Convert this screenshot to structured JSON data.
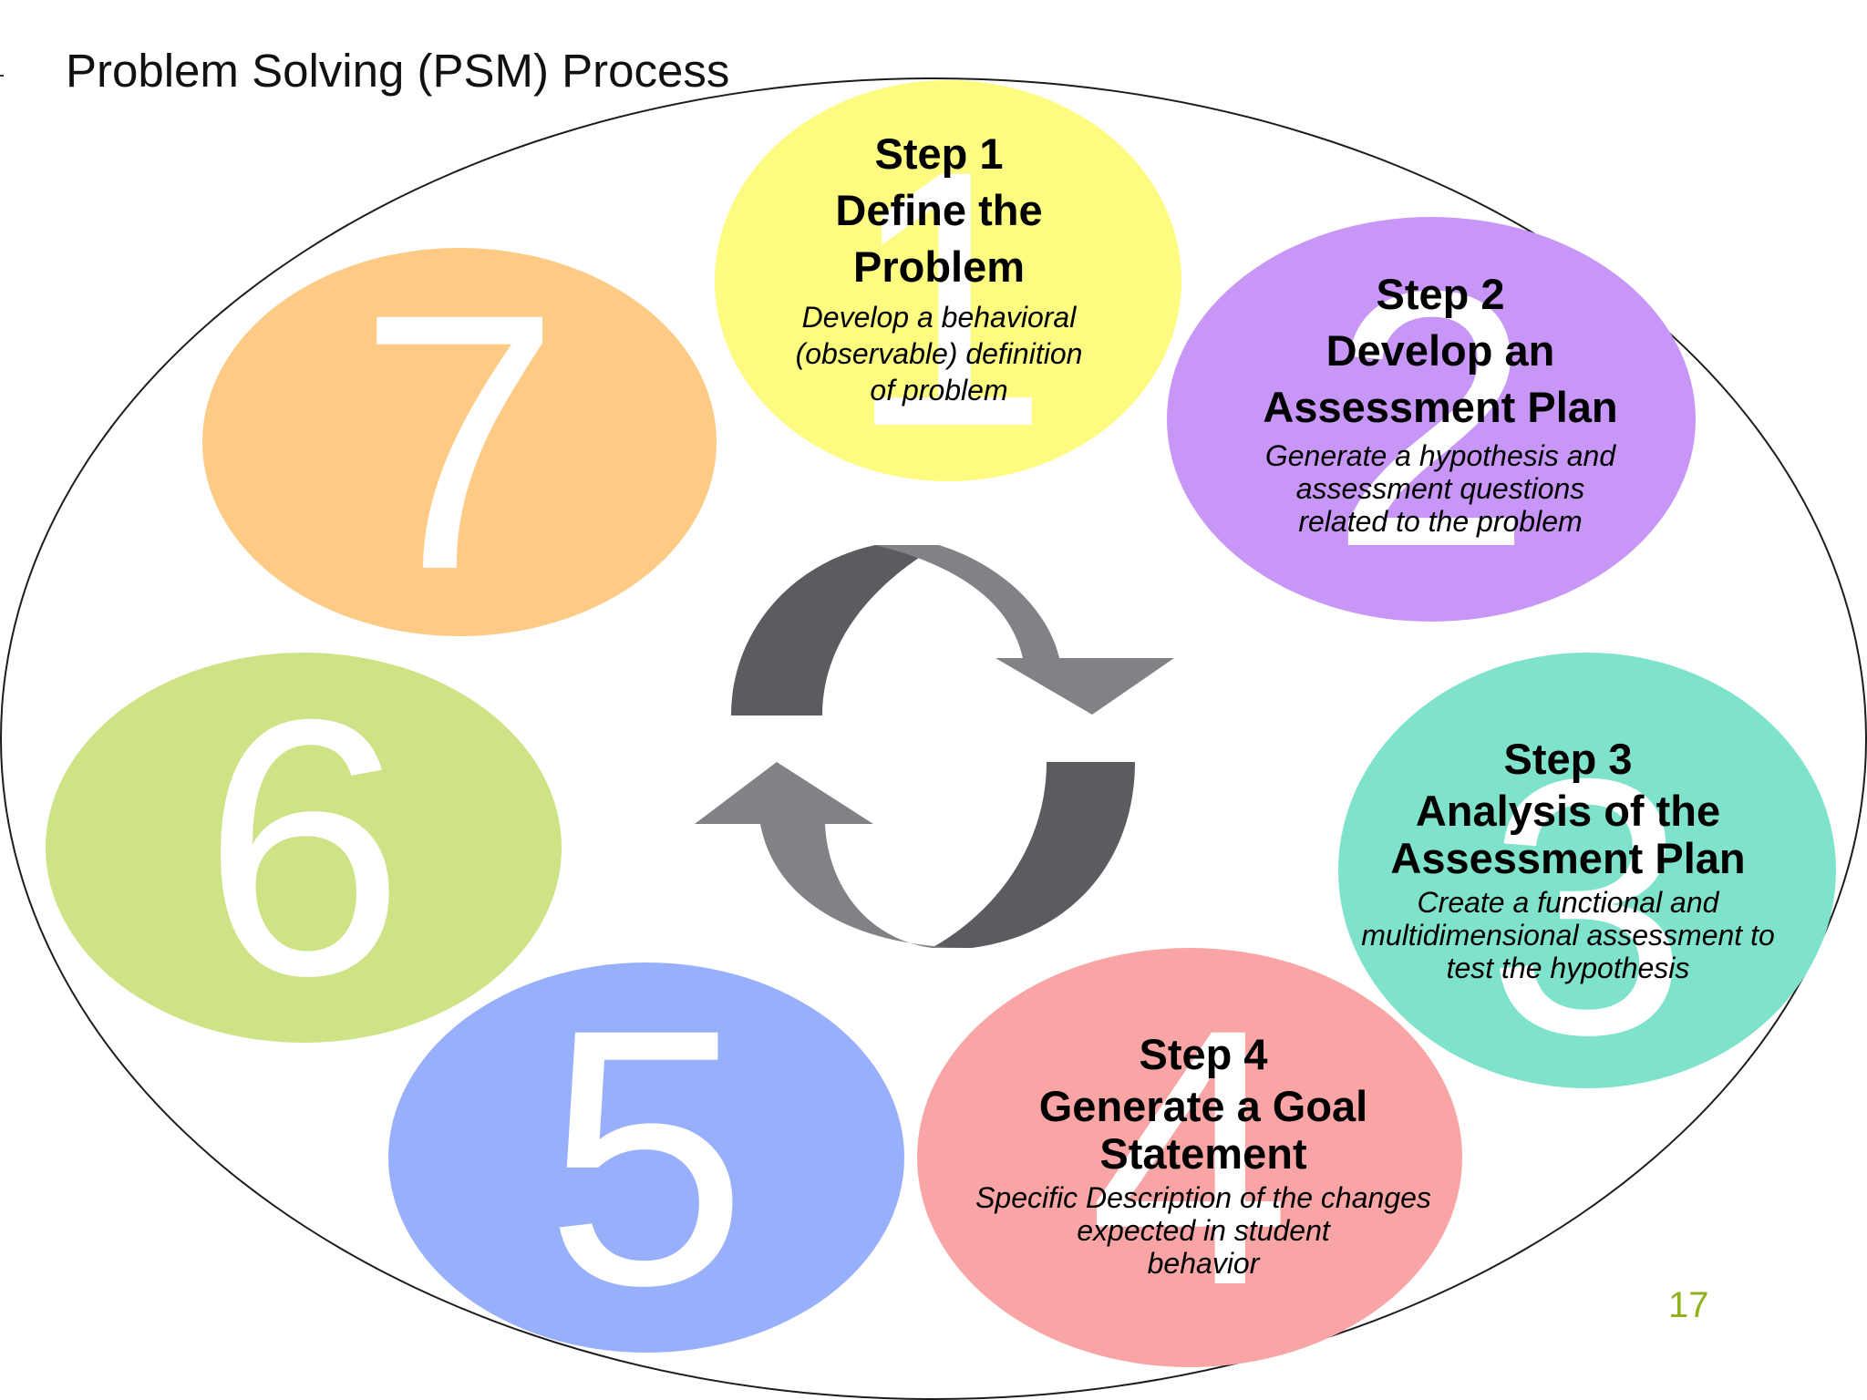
{
  "slide": {
    "title": "Problem Solving (PSM) Process",
    "page_number": "17"
  },
  "steps": [
    {
      "numeral": "1",
      "color": "#fdfb80",
      "heading": "Step 1",
      "title_lines": [
        "Define the",
        "Problem"
      ],
      "desc_lines": [
        "Develop a behavioral",
        "(observable) definition",
        "of problem"
      ]
    },
    {
      "numeral": "2",
      "color": "#c896f7",
      "heading": "Step 2",
      "title_lines": [
        "Develop an",
        "Assessment Plan"
      ],
      "desc_lines": [
        "Generate a hypothesis and",
        "assessment questions",
        "related to the problem"
      ]
    },
    {
      "numeral": "3",
      "color": "#7fe3cb",
      "heading": "Step 3",
      "title_lines": [
        "Analysis of the",
        "Assessment Plan"
      ],
      "desc_lines": [
        "Create a functional and",
        "multidimensional assessment to",
        "test the hypothesis"
      ]
    },
    {
      "numeral": "4",
      "color": "#f9a5a6",
      "heading": "Step 4",
      "title_lines": [
        "Generate a Goal",
        "Statement"
      ],
      "desc_lines": [
        "Specific Description of the changes",
        "expected in student",
        "behavior"
      ]
    },
    {
      "numeral": "5",
      "color": "#98affb",
      "heading": "",
      "title_lines": [],
      "desc_lines": []
    },
    {
      "numeral": "6",
      "color": "#cde385",
      "heading": "",
      "title_lines": [],
      "desc_lines": []
    },
    {
      "numeral": "7",
      "color": "#fdcb85",
      "heading": "",
      "title_lines": [],
      "desc_lines": []
    }
  ],
  "cycle_arrows": {
    "top_color": "#5c5b60",
    "top_color_light": "#838186",
    "bottom_color": "#5c5b60",
    "bottom_color_light": "#838186"
  }
}
